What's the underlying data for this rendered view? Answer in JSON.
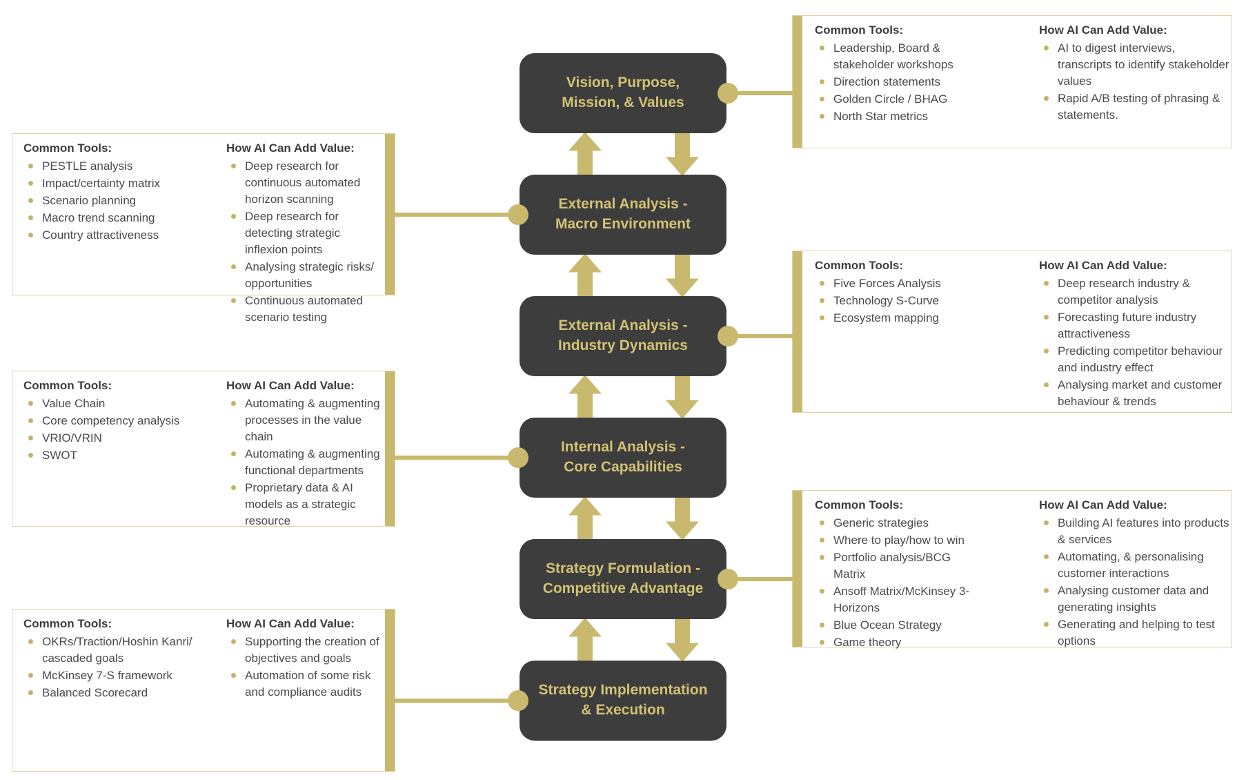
{
  "colors": {
    "gold": "#c8b96e",
    "gold_border": "#ddd3a4",
    "bullet": "#c2b36a",
    "box_bg": "#3d3d3d",
    "box_text": "#d3c274",
    "text": "#4a4a4a"
  },
  "boxes": [
    {
      "title": "Vision, Purpose,\nMission, & Values"
    },
    {
      "title": "External Analysis -\nMacro Environment"
    },
    {
      "title": "External Analysis -\nIndustry Dynamics"
    },
    {
      "title": "Internal Analysis -\nCore Capabilities"
    },
    {
      "title": "Strategy Formulation -\nCompetitive Advantage"
    },
    {
      "title": "Strategy Implementation\n& Execution"
    }
  ],
  "panels": [
    {
      "stage": "Vision, Purpose, Mission, & Values",
      "side": "right",
      "common_tools": {
        "header": "Common Tools:",
        "items": [
          "Leadership, Board & stakeholder workshops",
          "Direction statements",
          "Golden Circle / BHAG",
          "North Star metrics"
        ]
      },
      "ai_value": {
        "header": "How AI Can Add Value:",
        "items": [
          "AI to digest interviews, transcripts to identify stakeholder values",
          "Rapid A/B testing of phrasing & statements."
        ]
      }
    },
    {
      "stage": "External Analysis - Macro Environment",
      "side": "left",
      "common_tools": {
        "header": "Common Tools:",
        "items": [
          "PESTLE analysis",
          "Impact/certainty matrix",
          "Scenario planning",
          "Macro trend scanning",
          "Country attractiveness"
        ]
      },
      "ai_value": {
        "header": "How AI Can Add Value:",
        "items": [
          "Deep research for continuous automated horizon scanning",
          "Deep research for detecting strategic inflexion points",
          "Analysing strategic risks/ opportunities",
          "Continuous automated scenario testing"
        ]
      }
    },
    {
      "stage": "External Analysis - Industry Dynamics",
      "side": "right",
      "common_tools": {
        "header": "Common Tools:",
        "items": [
          "Five Forces Analysis",
          "Technology S-Curve",
          "Ecosystem mapping"
        ]
      },
      "ai_value": {
        "header": "How AI Can Add Value:",
        "items": [
          "Deep research industry & competitor analysis",
          "Forecasting future industry attractiveness",
          "Predicting competitor behaviour and industry effect",
          "Analysing market and customer behaviour & trends"
        ]
      }
    },
    {
      "stage": "Internal Analysis - Core Capabilities",
      "side": "left",
      "common_tools": {
        "header": "Common Tools:",
        "items": [
          "Value Chain",
          "Core competency analysis",
          "VRIO/VRIN",
          "SWOT"
        ]
      },
      "ai_value": {
        "header": "How AI Can Add Value:",
        "items": [
          "Automating & augmenting processes in the value chain",
          "Automating & augmenting functional departments",
          "Proprietary data & AI models as a strategic resource"
        ]
      }
    },
    {
      "stage": "Strategy Formulation - Competitive Advantage",
      "side": "right",
      "common_tools": {
        "header": "Common Tools:",
        "items": [
          "Generic strategies",
          "Where to play/how to win",
          "Portfolio analysis/BCG Matrix",
          "Ansoff Matrix/McKinsey 3-Horizons",
          "Blue Ocean Strategy",
          "Game theory"
        ]
      },
      "ai_value": {
        "header": "How AI Can Add Value:",
        "items": [
          "Building AI features into products & services",
          "Automating, & personalising customer interactions",
          "Analysing customer data and generating insights",
          "Generating and helping to test options"
        ]
      }
    },
    {
      "stage": "Strategy Implementation & Execution",
      "side": "left",
      "common_tools": {
        "header": "Common Tools:",
        "items": [
          "OKRs/Traction/Hoshin Kanri/ cascaded goals",
          "McKinsey 7-S framework",
          "Balanced Scorecard"
        ]
      },
      "ai_value": {
        "header": "How AI Can Add Value:",
        "items": [
          "Supporting the creation of objectives and goals",
          "Automation of some risk and compliance audits"
        ]
      }
    }
  ]
}
